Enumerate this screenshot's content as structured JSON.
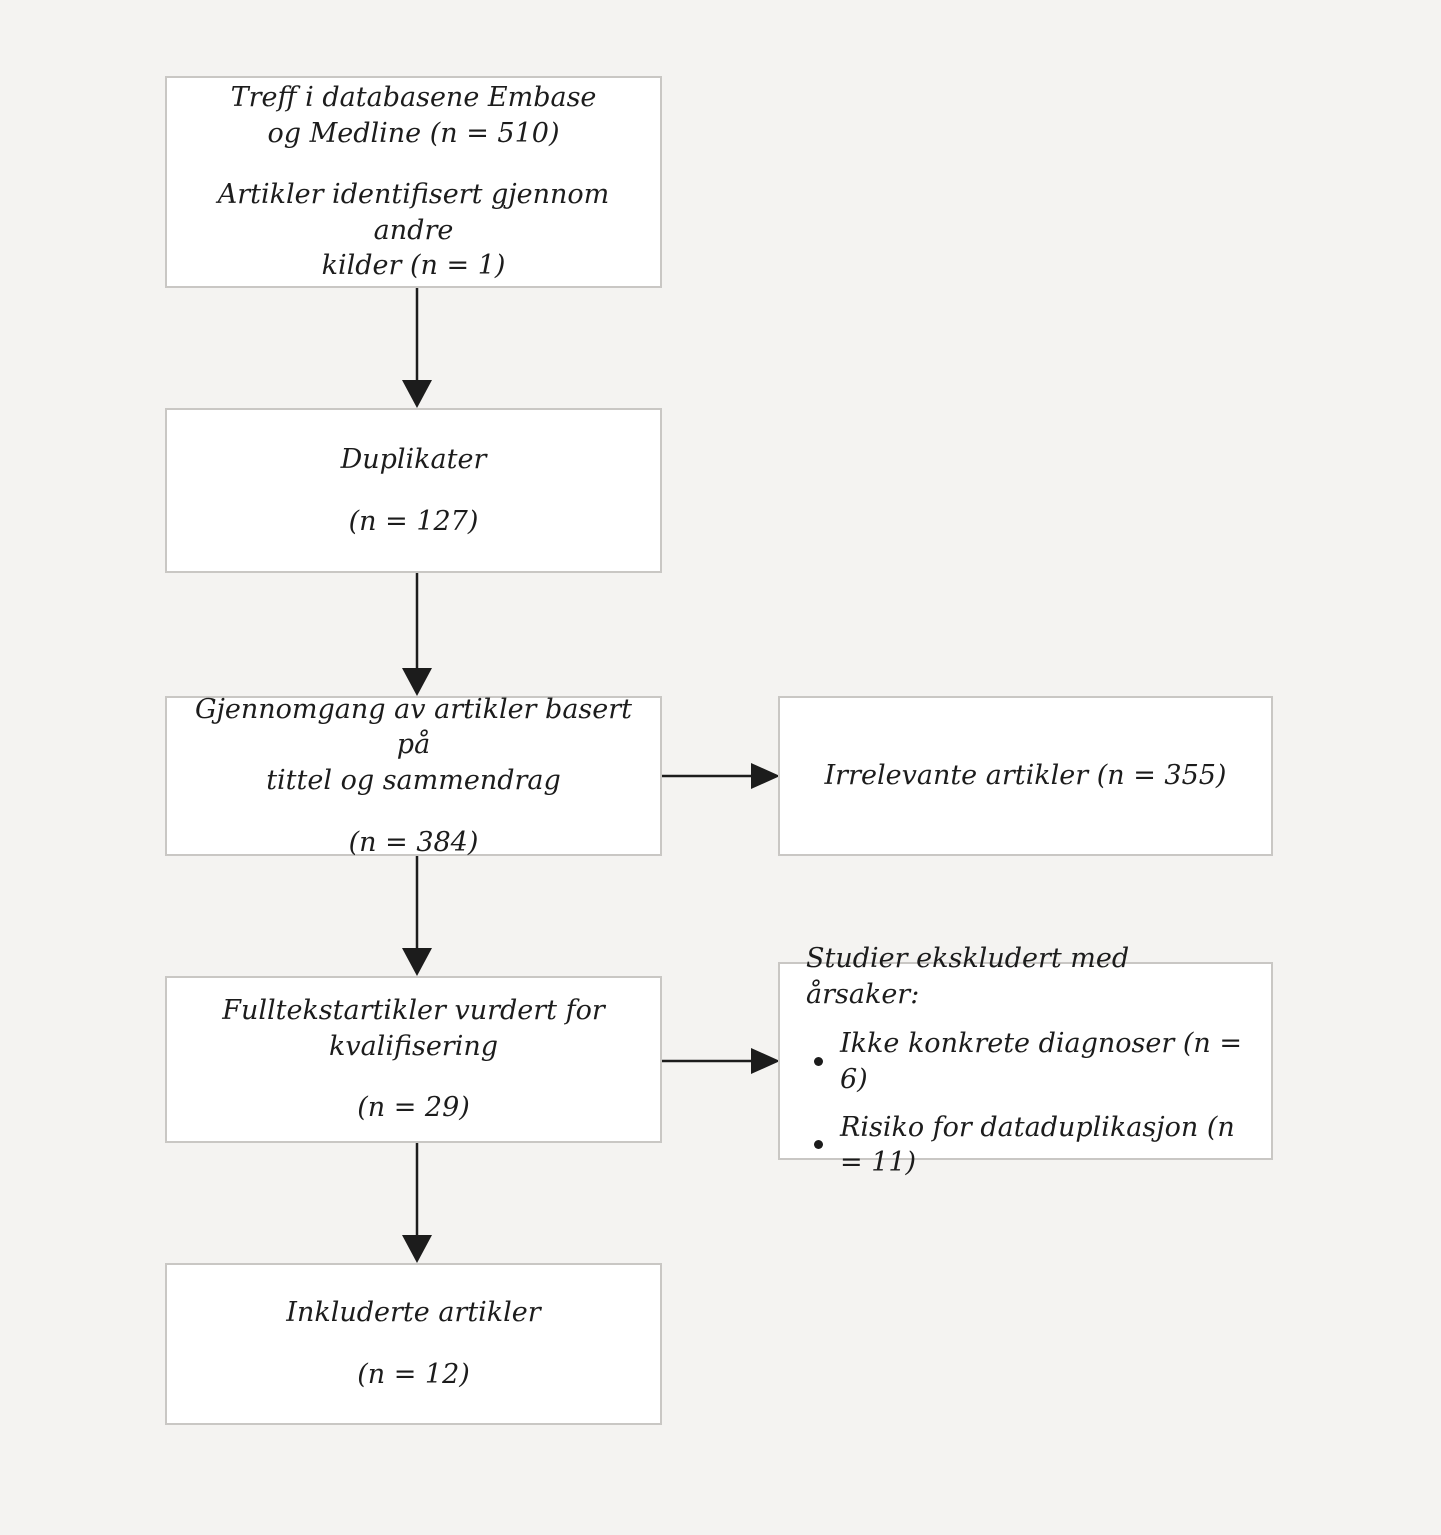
{
  "diagram": {
    "title": "PRISMA-style article selection flow diagram",
    "language": "no",
    "background_color": "#f4f3f1",
    "box_fill": "#ffffff",
    "box_border_color": "#c9c7c4",
    "text_color": "#1c1c1c",
    "arrow_color": "#1c1c1c"
  },
  "nodes": {
    "records_identified": {
      "line1": "Treff i databasene Embase",
      "line2": "og Medline (n = 510)",
      "line3": "Artikler identifisert gjennom andre",
      "line4": "kilder  (n = 1)"
    },
    "duplicates": {
      "label": "Duplikater",
      "count": "(n = 127)"
    },
    "screened": {
      "line1": "Gjennomgang av artikler basert på",
      "line2": "tittel og sammendrag",
      "count": "(n = 384)"
    },
    "irrelevant": {
      "label": "Irrelevante artikler (n = 355)"
    },
    "fulltext": {
      "line1": "Fulltekstartikler vurdert for",
      "line2": "kvalifisering",
      "count": "(n = 29)"
    },
    "excluded": {
      "heading": "Studier ekskludert med årsaker:",
      "reasons": [
        "Ikke konkrete diagnoser (n = 6)",
        "Risiko for dataduplikasjon (n = 11)"
      ]
    },
    "included": {
      "label": "Inkluderte artikler",
      "count": "(n = 12)"
    }
  },
  "chart_data": {
    "type": "diagram",
    "title": "Flytskjema for artikkelseleksjon",
    "stages": [
      {
        "id": "records_identified",
        "label": "Treff i databasene Embase og Medline",
        "n": 510
      },
      {
        "id": "other_sources",
        "label": "Artikler identifisert gjennom andre kilder",
        "n": 1
      },
      {
        "id": "duplicates",
        "label": "Duplikater",
        "n": 127
      },
      {
        "id": "screened",
        "label": "Gjennomgang av artikler basert på tittel og sammendrag",
        "n": 384
      },
      {
        "id": "irrelevant",
        "label": "Irrelevante artikler",
        "n": 355
      },
      {
        "id": "fulltext",
        "label": "Fulltekstartikler vurdert for kvalifisering",
        "n": 29
      },
      {
        "id": "excluded_no_diagnoses",
        "label": "Ikke konkrete diagnoser",
        "n": 6
      },
      {
        "id": "excluded_duplication_risk",
        "label": "Risiko for dataduplikasjon",
        "n": 11
      },
      {
        "id": "included",
        "label": "Inkluderte artikler",
        "n": 12
      }
    ],
    "edges": [
      {
        "from": "records_identified",
        "to": "duplicates",
        "direction": "down"
      },
      {
        "from": "duplicates",
        "to": "screened",
        "direction": "down"
      },
      {
        "from": "screened",
        "to": "irrelevant",
        "direction": "right"
      },
      {
        "from": "screened",
        "to": "fulltext",
        "direction": "down"
      },
      {
        "from": "fulltext",
        "to": "excluded",
        "direction": "right"
      },
      {
        "from": "fulltext",
        "to": "included",
        "direction": "down"
      }
    ]
  }
}
